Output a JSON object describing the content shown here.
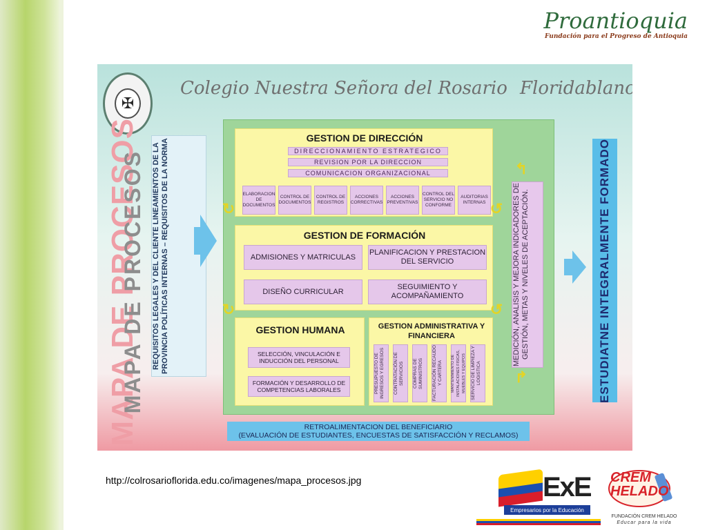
{
  "brand": {
    "title": "Proantioquia",
    "subtitle": "Fundación para el Progreso de Antioquia"
  },
  "map": {
    "school_name": "Colegio  Nuestra Señora del Rosario",
    "city": "Floridablanca",
    "side_title": "MAPA DE PROCESOS",
    "requirements": "REQUISITOS LEGALES Y DEL CLIENTE LINEAMIENTOS DE LA PROVINCIA POLÍTICAS INTERNAS – REQUISITOS DE LA NORMA",
    "direccion": {
      "title": "GESTION DE DIRECCIÓN",
      "strips": [
        "DIRECCIONAMIENTO ESTRATEGICO",
        "REVISION POR LA DIRECCION",
        "COMUNICACION ORGANIZACIONAL"
      ],
      "boxes": [
        "ELABORACION DE DOCUMENTOS",
        "CONTROL DE DOCUMENTOS",
        "CONTROL DE REGISTROS",
        "ACCIONES CORRECTIVAS",
        "ACCIONES PREVENTIVAS",
        "CONTROL DEL SERVICIO NO CONFORME",
        "AUDITORIAS INTERNAS"
      ]
    },
    "formacion": {
      "title": "GESTION DE FORMACIÓN",
      "boxes": [
        "ADMISIONES Y MATRICULAS",
        "PLANIFICACION Y PRESTACION DEL SERVICIO",
        "DISEÑO CURRICULAR",
        "SEGUIMIENTO Y ACOMPAÑAMIENTO"
      ]
    },
    "humana": {
      "title": "GESTION HUMANA",
      "boxes": [
        "SELECCIÓN, VINCULACIÓN E INDUCCIÓN DEL PERSONAL",
        "FORMACIÓN Y DESARROLLO DE COMPETENCIAS LABORALES"
      ]
    },
    "administrativa": {
      "title": "GESTION ADMINISTRATIVA Y FINANCIERA",
      "boxes": [
        "PRESUPUESTO DE INGRESOS Y EGRESOS",
        "CONTRATACIÓN DE SERVICIOS",
        "COMPRAS DE SUMINISTROS",
        "FACTURACIÓN RECAUDO Y CARTERA",
        "MANTENIMIENTO DE INSTALACIONES FISICAS, MUEBLES Y EQUIPOS",
        "SERVICIO DE LIMPIEZA Y LOGISTICA"
      ]
    },
    "medicion": "MEDICIÓN, ANALISIS Y MEJORA INDICADORES DE GESTIÓN, METAS Y NIVELES DE ACEPTACIÓN.",
    "output": "ESTUDIATNE INTEGRALMENTE FORMADO",
    "feedback_line1": "RETROALIMENTACION DEL BENEFICIARIO",
    "feedback_line2": "(EVALUACIÓN DE ESTUDIANTES,   ENCUESTAS DE SATISFACCIÓN Y RECLAMOS)"
  },
  "url": "http://colrosarioflorida.edu.co/imagenes/mapa_procesos.jpg",
  "logos": {
    "exe": "ExE",
    "exe_tagline": "Empresarios por la Educación",
    "crem": "CREM HELADO",
    "crem_foundation": "FUNDACIÓN CREM HELADO",
    "crem_tagline": "Educar para la vida"
  }
}
